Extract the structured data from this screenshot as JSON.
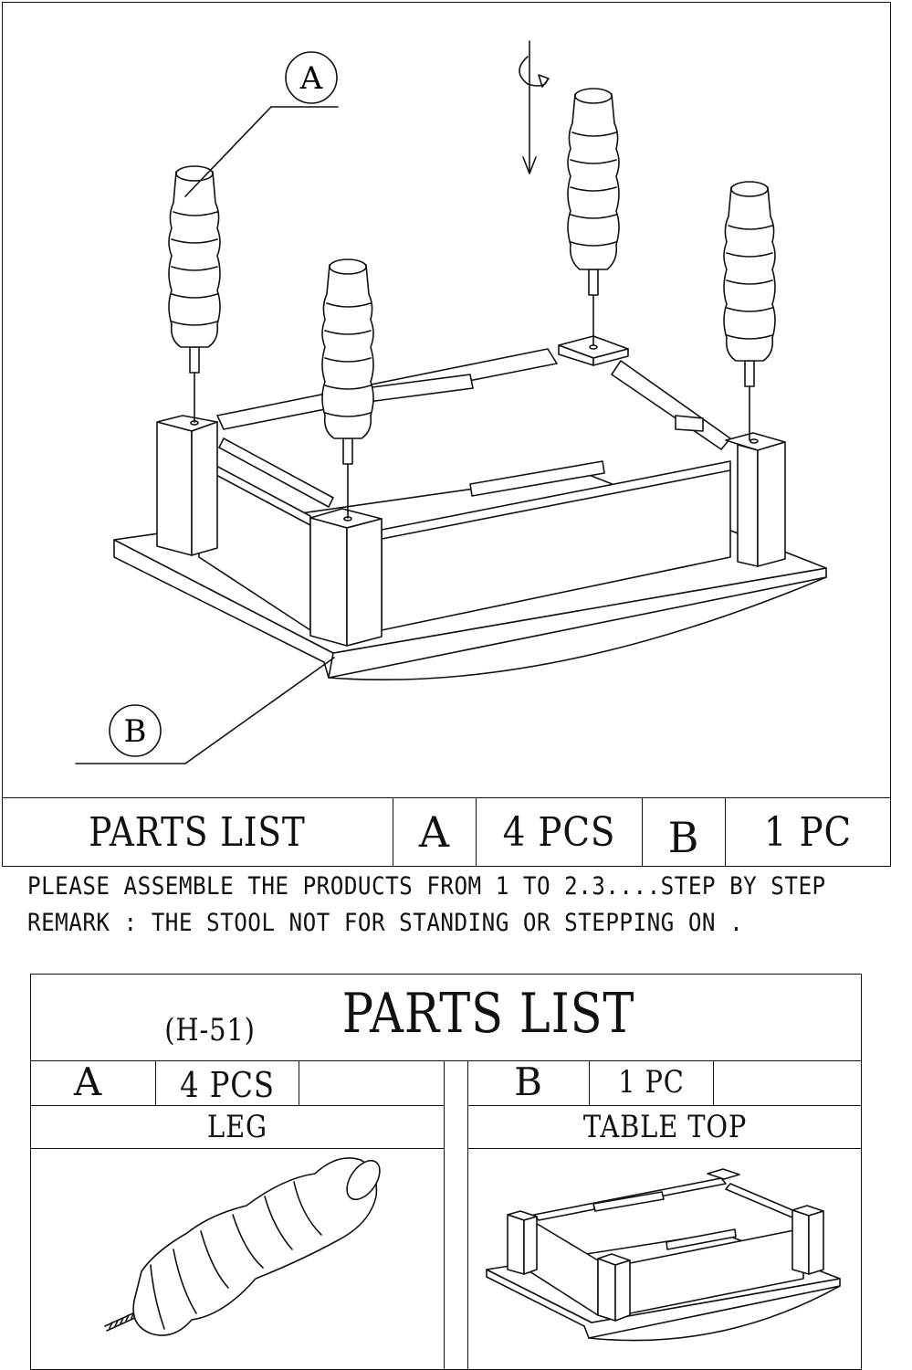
{
  "callouts": {
    "a": "A",
    "b": "B"
  },
  "top_parts_row": {
    "title": "PARTS LIST",
    "part_a_letter": "A",
    "part_a_qty": "4 PCS",
    "part_b_letter": "B",
    "part_b_qty": "1 PC"
  },
  "notes": {
    "line1": "PLEASE ASSEMBLE THE PRODUCTS FROM 1 TO 2.3....STEP BY STEP",
    "line2": "REMARK : THE STOOL NOT FOR STANDING OR STEPPING ON ."
  },
  "parts_table": {
    "model": "(H-51)",
    "title": "PARTS LIST",
    "part_a": {
      "letter": "A",
      "qty": "4 PCS",
      "name": "LEG"
    },
    "part_b": {
      "letter": "B",
      "qty": "1 PC",
      "name": "TABLE TOP"
    }
  },
  "icons": [
    "rotate-down-arrow-icon",
    "leg-illustration",
    "table-top-illustration"
  ]
}
